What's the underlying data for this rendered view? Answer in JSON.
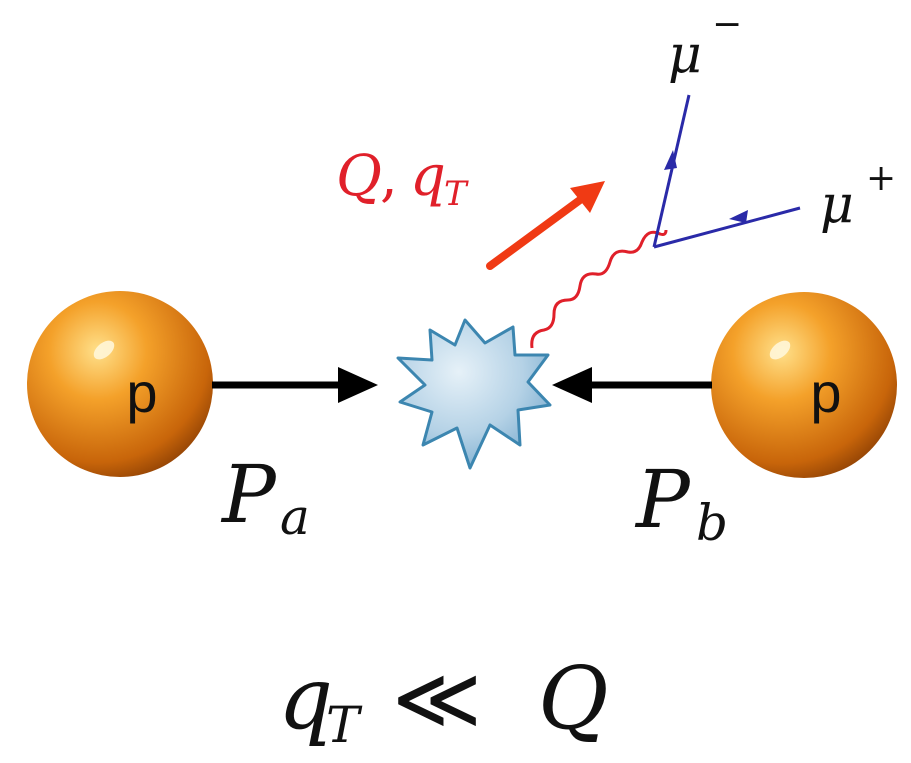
{
  "proton_left": {
    "label": "p"
  },
  "proton_right": {
    "label": "p"
  },
  "momentum_left": {
    "symbol": "P",
    "subscript": "a"
  },
  "momentum_right": {
    "symbol": "P",
    "subscript": "b"
  },
  "photon_label": {
    "Q": "Q",
    "comma": ",",
    "q": "q",
    "sub": "T"
  },
  "muon_minus": {
    "symbol": "μ",
    "charge": "−"
  },
  "muon_plus": {
    "symbol": "μ",
    "charge": "+"
  },
  "condition": {
    "q": "q",
    "sub": "T",
    "op": "≪",
    "Q": "Q"
  },
  "colors": {
    "proton": "#e08a1a",
    "photon": "#e0202a",
    "muon": "#2a2aa8",
    "burst": "#a9cbe3",
    "arrow": "#000000"
  }
}
